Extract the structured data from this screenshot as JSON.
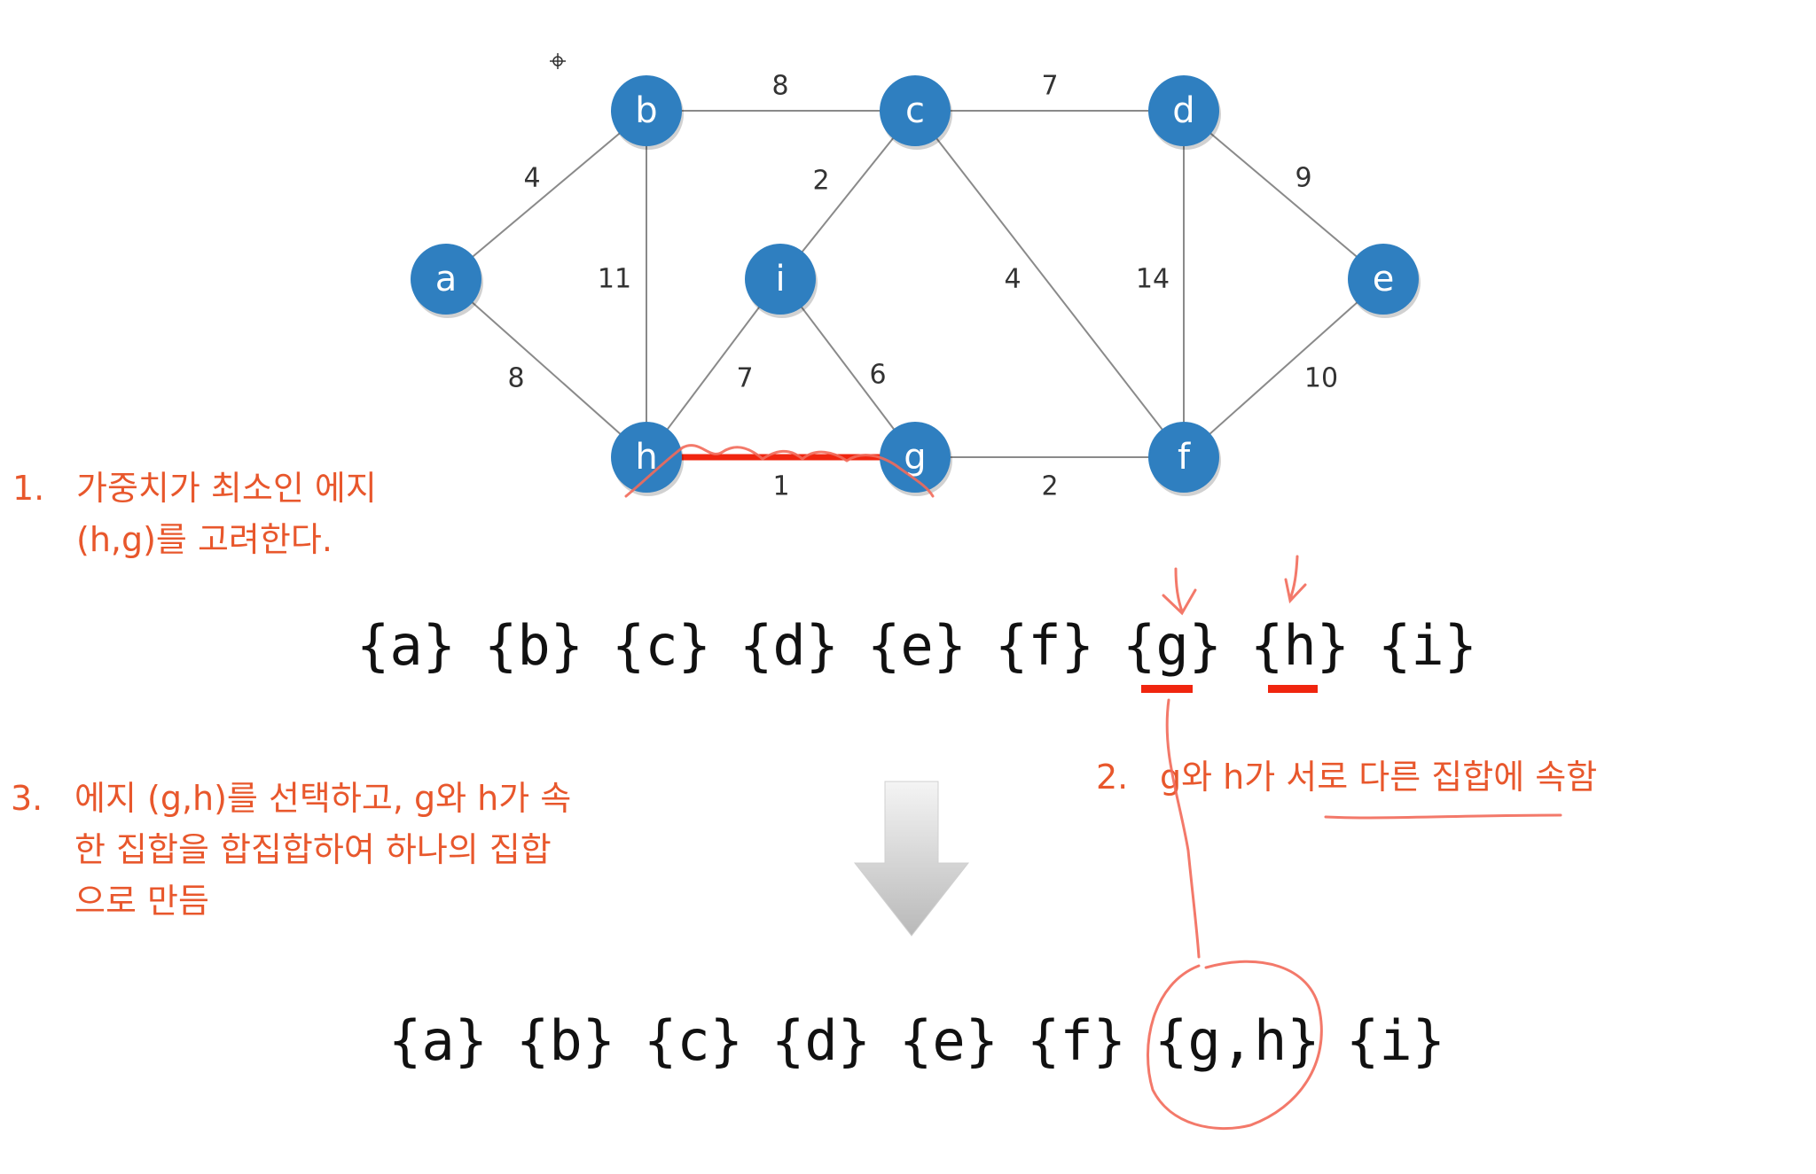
{
  "graph": {
    "nodes": [
      {
        "id": "a",
        "label": "a"
      },
      {
        "id": "b",
        "label": "b"
      },
      {
        "id": "c",
        "label": "c"
      },
      {
        "id": "d",
        "label": "d"
      },
      {
        "id": "e",
        "label": "e"
      },
      {
        "id": "f",
        "label": "f"
      },
      {
        "id": "g",
        "label": "g"
      },
      {
        "id": "h",
        "label": "h"
      },
      {
        "id": "i",
        "label": "i"
      }
    ],
    "edges": [
      {
        "from": "a",
        "to": "b",
        "weight": "4"
      },
      {
        "from": "a",
        "to": "h",
        "weight": "8"
      },
      {
        "from": "b",
        "to": "c",
        "weight": "8"
      },
      {
        "from": "b",
        "to": "h",
        "weight": "11"
      },
      {
        "from": "c",
        "to": "d",
        "weight": "7"
      },
      {
        "from": "c",
        "to": "i",
        "weight": "2"
      },
      {
        "from": "c",
        "to": "f",
        "weight": "4"
      },
      {
        "from": "d",
        "to": "e",
        "weight": "9"
      },
      {
        "from": "d",
        "to": "f",
        "weight": "14"
      },
      {
        "from": "e",
        "to": "f",
        "weight": "10"
      },
      {
        "from": "i",
        "to": "h",
        "weight": "7"
      },
      {
        "from": "i",
        "to": "g",
        "weight": "6"
      },
      {
        "from": "h",
        "to": "g",
        "weight": "1",
        "highlighted": true
      },
      {
        "from": "g",
        "to": "f",
        "weight": "2"
      }
    ],
    "node_color": "#2f7fc0",
    "highlight_color": "#f0250f"
  },
  "notes": {
    "step1": {
      "num": "1.",
      "line1": "가중치가 최소인 에지",
      "line2": "(h,g)를 고려한다."
    },
    "step2": {
      "num": "2.",
      "text": "g와 h가 서로 다른 집합에 속함"
    },
    "step3": {
      "num": "3.",
      "line1": "에지 (g,h)를 선택하고, g와 h가 속",
      "line2": "한 집합을 합집합하여 하나의 집합",
      "line3": "으로 만듬"
    }
  },
  "sets_before": [
    "{a}",
    "{b}",
    "{c}",
    "{d}",
    "{e}",
    "{f}",
    "{g}",
    "{h}",
    "{i}"
  ],
  "sets_after": [
    "{a}",
    "{b}",
    "{c}",
    "{d}",
    "{e}",
    "{f}",
    "{g,h}",
    "{i}"
  ],
  "colors": {
    "annotation": "#e8572c",
    "underline": "#f0250f"
  }
}
